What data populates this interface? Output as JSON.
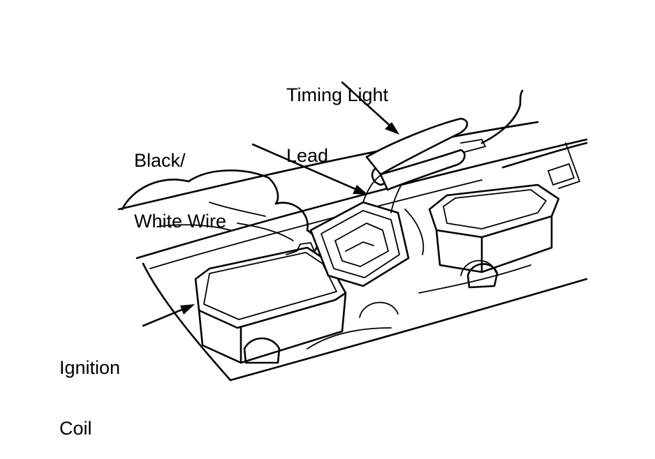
{
  "labels": {
    "timing_light_lead": [
      "Timing Light",
      "Lead"
    ],
    "black_white_wire": [
      "Black/",
      "White Wire"
    ],
    "ignition_coil": [
      "Ignition",
      "Coil"
    ]
  }
}
